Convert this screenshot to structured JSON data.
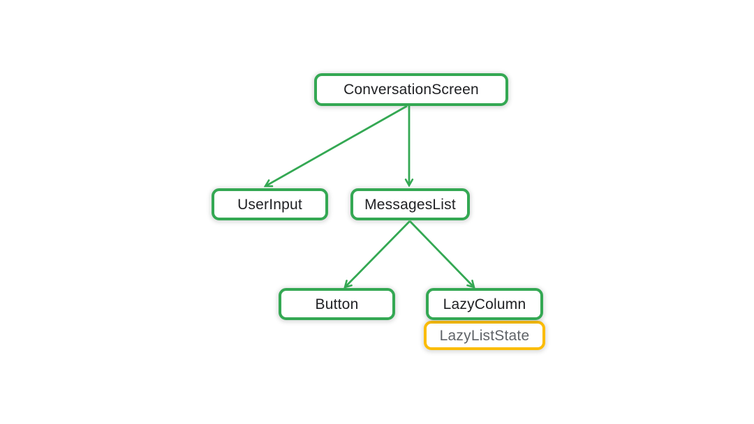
{
  "diagram": {
    "type": "component-tree",
    "colors": {
      "bg": "#ffffff",
      "green": "#34a853",
      "yellow": "#fbbc04",
      "text": "#202124",
      "muted": "#5f6368"
    },
    "nodes": {
      "conversation_screen": {
        "label": "ConversationScreen",
        "style": "green"
      },
      "user_input": {
        "label": "UserInput",
        "style": "green"
      },
      "messages_list": {
        "label": "MessagesList",
        "style": "green"
      },
      "button": {
        "label": "Button",
        "style": "green"
      },
      "lazy_column": {
        "label": "LazyColumn",
        "style": "green"
      },
      "lazy_list_state": {
        "label": "LazyListState",
        "style": "yellow"
      }
    },
    "edges": [
      {
        "from": "ConversationScreen",
        "to": "UserInput"
      },
      {
        "from": "ConversationScreen",
        "to": "MessagesList"
      },
      {
        "from": "MessagesList",
        "to": "Button"
      },
      {
        "from": "MessagesList",
        "to": "LazyColumn"
      }
    ]
  }
}
